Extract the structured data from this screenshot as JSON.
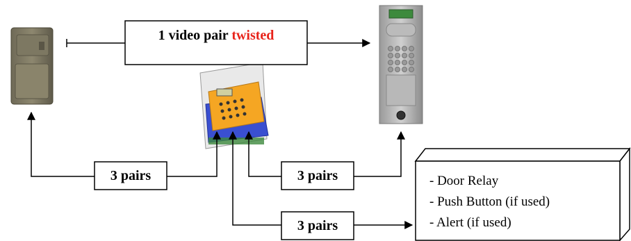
{
  "video_link": {
    "label": "1 video pair ",
    "highlight": "twisted",
    "highlight_color": "#e8231a"
  },
  "links": [
    {
      "label": "3 pairs"
    },
    {
      "label": "3 pairs"
    },
    {
      "label": "3 pairs"
    }
  ],
  "outputs_box": {
    "items": [
      "- Door Relay",
      "- Push Button (if used)",
      "- Alert (if used)"
    ]
  },
  "colors": {
    "line": "#000000",
    "orange": "#f5a623",
    "blue": "#3a4fd0"
  },
  "icons": {
    "left_device": "indoor-monitor-icon",
    "controller": "door-controller-keypad-icon",
    "right_panel": "outdoor-entry-panel-icon"
  }
}
